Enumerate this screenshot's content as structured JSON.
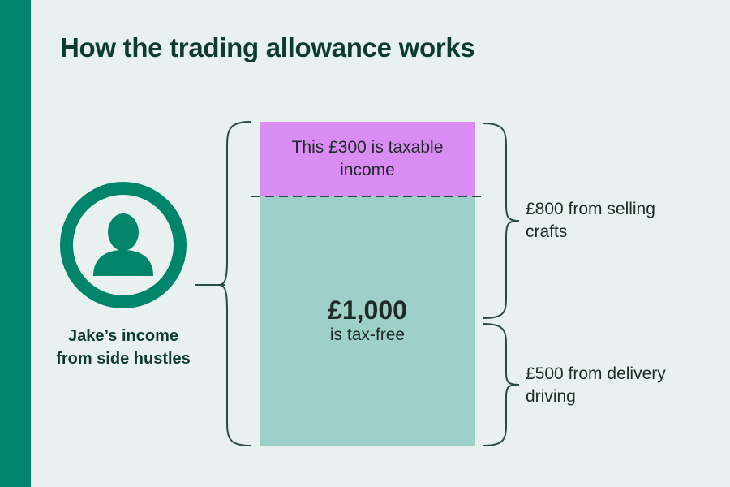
{
  "title": "How the trading allowance works",
  "person": {
    "label": "Jake’s income from side hustles",
    "icon": "person-circle-icon"
  },
  "taxable": {
    "text": "This £300 is taxable income"
  },
  "tax_free": {
    "amount": "£1,000",
    "caption": "is tax-free"
  },
  "sources": [
    {
      "label": "£800 from selling crafts"
    },
    {
      "label": "£500 from delivery driving"
    }
  ],
  "colors": {
    "background": "#e9f1f0",
    "brand_green": "#00856a",
    "title_text": "#0d3b30",
    "body_text": "#1f2a27",
    "taxable_fill": "#d98df3",
    "tax_free_fill": "#9dd0c9",
    "line": "#2a4a42"
  }
}
